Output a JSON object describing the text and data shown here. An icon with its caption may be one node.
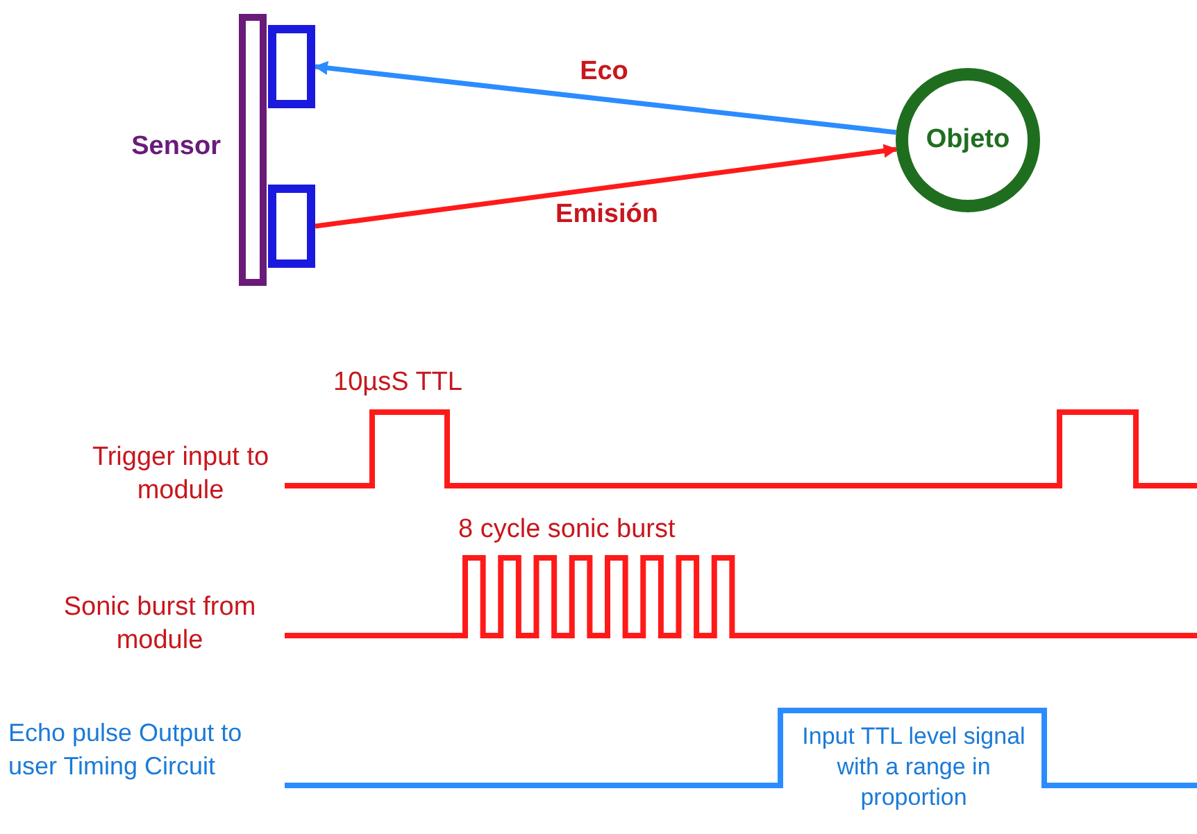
{
  "diagram": {
    "nodes": [
      {
        "text": [],
        "shape": "bar",
        "beside": [
          "Sensor"
        ]
      },
      {
        "text": [],
        "shape": "box"
      },
      {
        "text": [],
        "shape": "box"
      },
      {
        "text": [
          "Objeto"
        ]
      }
    ],
    "edges": [
      {
        "from": 3,
        "to": 1,
        "arrow": "to",
        "label": "Eco",
        "color": "#2b8cff"
      },
      {
        "from": 2,
        "to": 3,
        "arrow": "to",
        "label": "Emisión",
        "color": "#ff1a1a"
      }
    ],
    "labels": [
      "10µsS TTL",
      "Trigger input to module",
      "8 cycle sonic burst",
      "Sonic burst from module",
      "Echo pulse Output to user Timing Circuit",
      "Input TTL level signal with a range in proportion"
    ]
  }
}
